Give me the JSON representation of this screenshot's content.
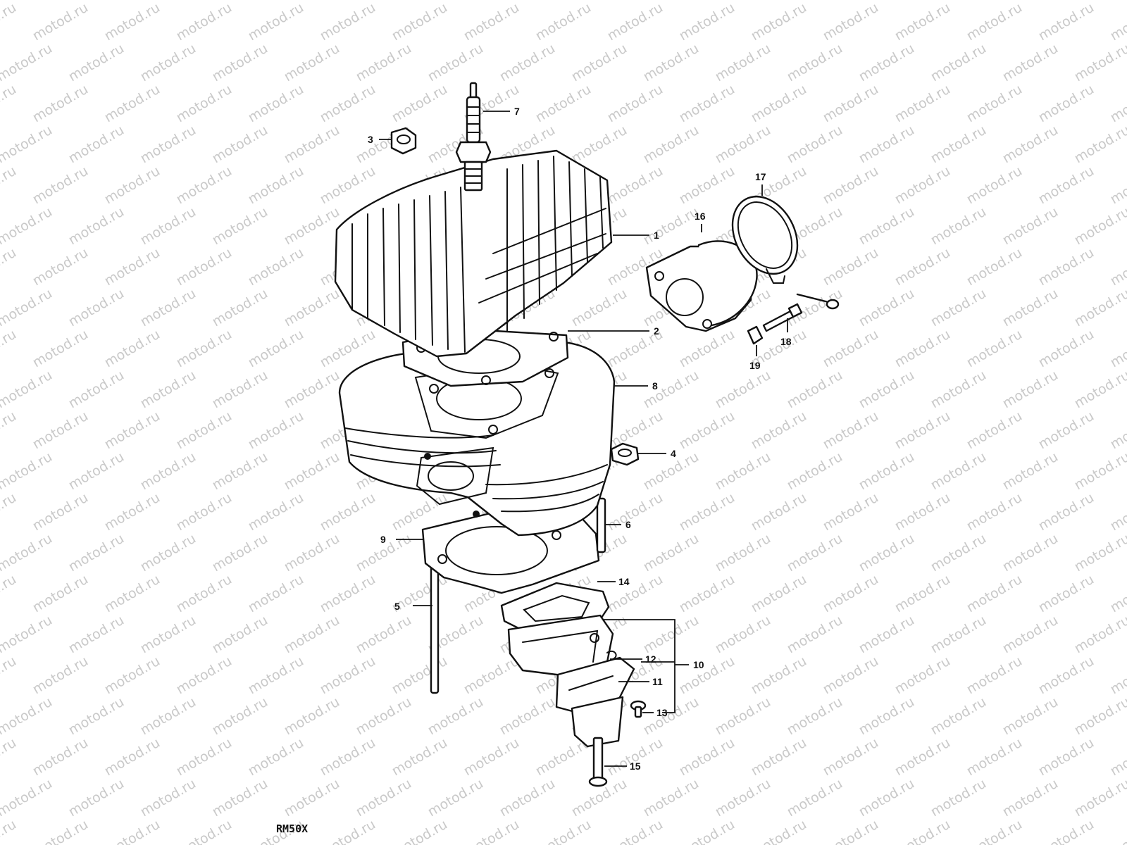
{
  "watermark": {
    "text": "motod.ru"
  },
  "model_code": "RM50X",
  "callouts": [
    {
      "id": "1",
      "label": "1"
    },
    {
      "id": "2",
      "label": "2"
    },
    {
      "id": "3",
      "label": "3"
    },
    {
      "id": "4",
      "label": "4"
    },
    {
      "id": "5",
      "label": "5"
    },
    {
      "id": "6",
      "label": "6"
    },
    {
      "id": "7",
      "label": "7"
    },
    {
      "id": "8",
      "label": "8"
    },
    {
      "id": "9",
      "label": "9"
    },
    {
      "id": "10",
      "label": "10"
    },
    {
      "id": "11",
      "label": "11"
    },
    {
      "id": "12",
      "label": "12"
    },
    {
      "id": "13",
      "label": "13"
    },
    {
      "id": "14",
      "label": "14"
    },
    {
      "id": "15",
      "label": "15"
    },
    {
      "id": "16",
      "label": "16"
    },
    {
      "id": "17",
      "label": "17"
    },
    {
      "id": "18",
      "label": "18"
    },
    {
      "id": "19",
      "label": "19"
    }
  ]
}
